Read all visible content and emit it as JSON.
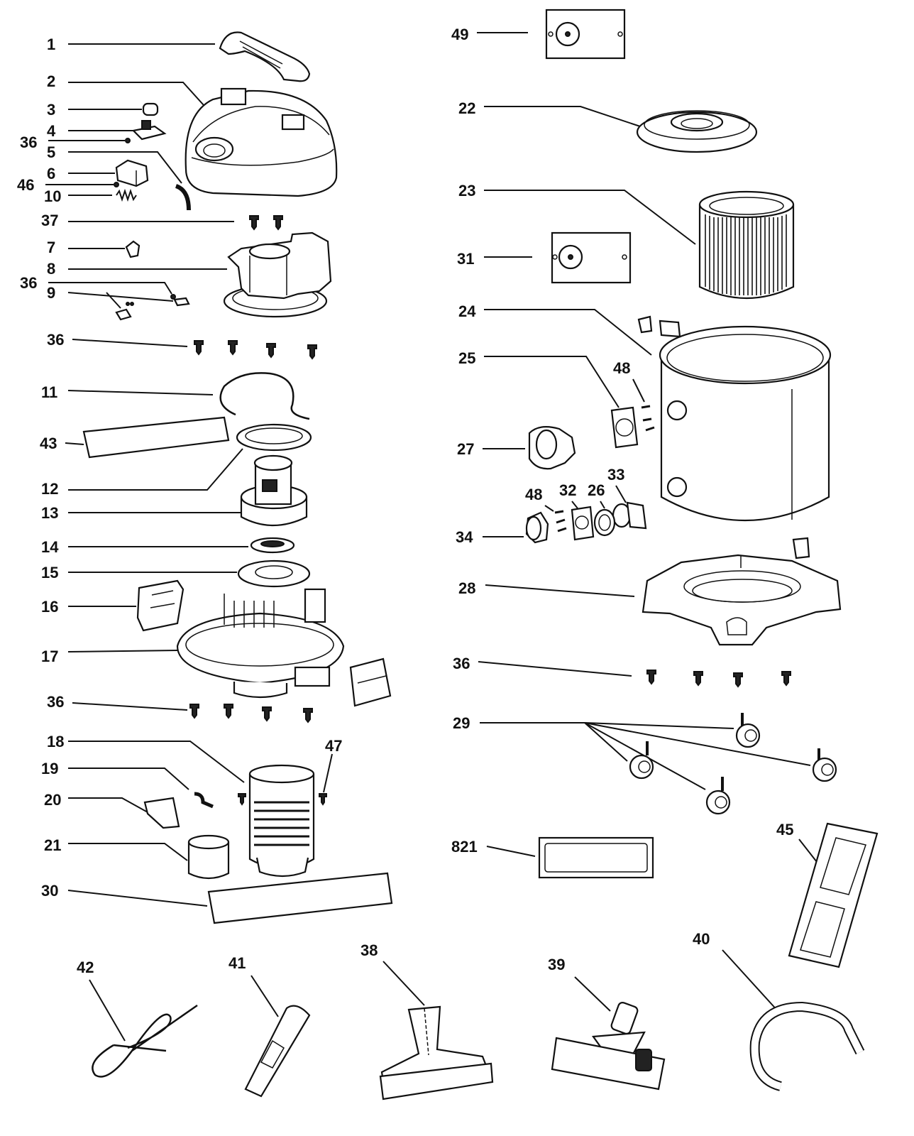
{
  "labels": {
    "p1": "1",
    "p2": "2",
    "p3": "3",
    "p4": "4",
    "p36a": "36",
    "p5": "5",
    "p6": "6",
    "p46": "46",
    "p10": "10",
    "p37": "37",
    "p7": "7",
    "p8": "8",
    "p36b": "36",
    "p9": "9",
    "p36c": "36",
    "p11": "11",
    "p43": "43",
    "p12": "12",
    "p13": "13",
    "p14": "14",
    "p15": "15",
    "p16": "16",
    "p17": "17",
    "p36d": "36",
    "p18": "18",
    "p47": "47",
    "p19": "19",
    "p20": "20",
    "p21": "21",
    "p30": "30",
    "p42": "42",
    "p41": "41",
    "p38": "38",
    "p39": "39",
    "p40": "40",
    "p45": "45",
    "p49": "49",
    "p22": "22",
    "p23": "23",
    "p31": "31",
    "p24": "24",
    "p25": "25",
    "p48a": "48",
    "p27": "27",
    "p33": "33",
    "p48b": "48",
    "p32": "32",
    "p26": "26",
    "p34": "34",
    "p28": "28",
    "p36e": "36",
    "p29": "29",
    "p821": "821"
  }
}
